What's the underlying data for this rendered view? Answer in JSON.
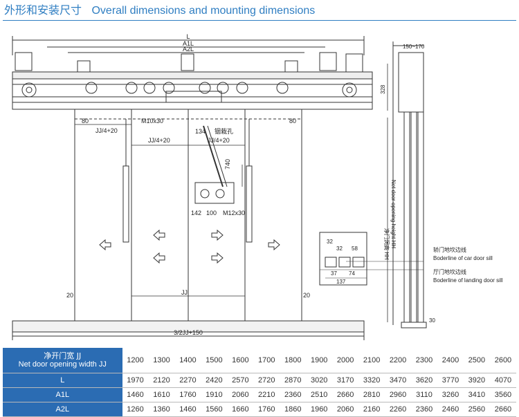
{
  "title": {
    "cn": "外形和安装尺寸",
    "en": "Overall dimensions and mounting dimensions"
  },
  "drawing": {
    "dims": {
      "L": "L",
      "A1L": "A1L",
      "A2L": "A2L",
      "d80a": "80",
      "d80b": "80",
      "jj4_20a": "JJ/4+20",
      "jj4_20b": "JJ/4+20",
      "jj4_20c": "JJ/4+20",
      "m10x30": "M10x30",
      "d134": "134",
      "bolt_hole": "铟栽孔",
      "d740": "740",
      "d142": "142",
      "d100": "100",
      "m12x30": "M12x30",
      "d20a": "20",
      "d20b": "20",
      "jj": "JJ",
      "total": "3/2JJ+150",
      "d150_170": "150~170",
      "d328": "328",
      "d30": "30",
      "height_cn": "净门洞高 HH",
      "height_en": "Net door opening height HH",
      "s32a": "32",
      "s32b": "32",
      "s58": "58",
      "s37": "37",
      "s74": "74",
      "s137": "137",
      "car_sill_cn": "轿门地坎边线",
      "car_sill_en": "Boderline of car door sill",
      "landing_sill_cn": "厅门地坎边线",
      "landing_sill_en": "Boderline of landing door sill"
    }
  },
  "table": {
    "header_cn": "净开门宽 JJ",
    "header_en": "Net door opening width JJ",
    "rows": [
      {
        "label": "L",
        "values": [
          "1970",
          "2120",
          "2270",
          "2420",
          "2570",
          "2720",
          "2870",
          "3020",
          "3170",
          "3320",
          "3470",
          "3620",
          "3770",
          "3920",
          "4070"
        ]
      },
      {
        "label": "A1L",
        "values": [
          "1460",
          "1610",
          "1760",
          "1910",
          "2060",
          "2210",
          "2360",
          "2510",
          "2660",
          "2810",
          "2960",
          "3110",
          "3260",
          "3410",
          "3560"
        ]
      },
      {
        "label": "A2L",
        "values": [
          "1260",
          "1360",
          "1460",
          "1560",
          "1660",
          "1760",
          "1860",
          "1960",
          "2060",
          "2160",
          "2260",
          "2360",
          "2460",
          "2560",
          "2660"
        ]
      }
    ],
    "jj_values": [
      "1200",
      "1300",
      "1400",
      "1500",
      "1600",
      "1700",
      "1800",
      "1900",
      "2000",
      "2100",
      "2200",
      "2300",
      "2400",
      "2500",
      "2600"
    ]
  }
}
